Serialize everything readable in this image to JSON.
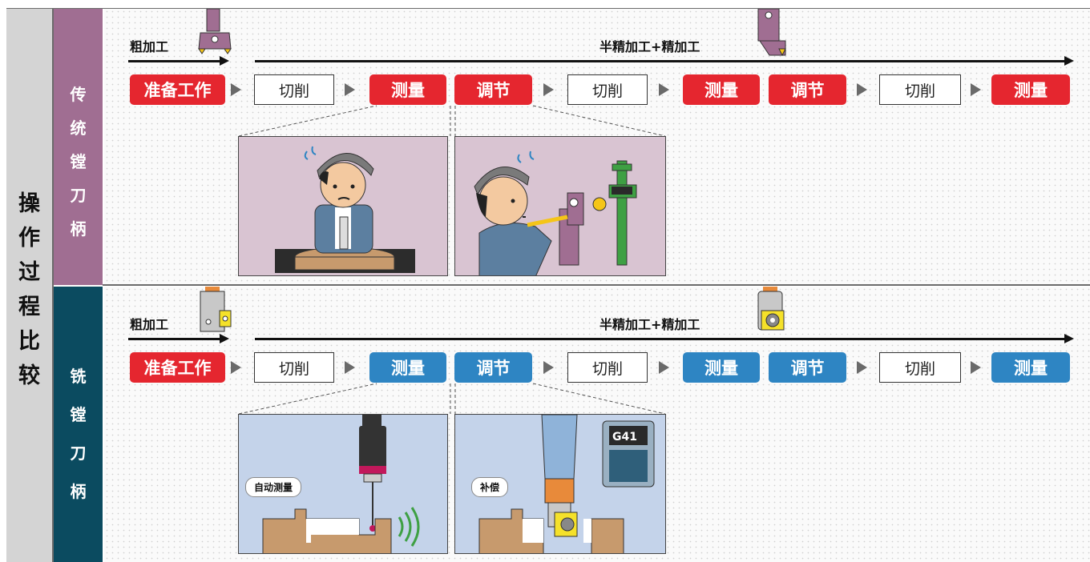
{
  "sidebar": {
    "main_label": [
      "操",
      "作",
      "过",
      "程",
      "比",
      "较"
    ],
    "traditional_label": [
      "传",
      "统",
      "镗",
      "刀",
      "柄"
    ],
    "milling_label": [
      "铣",
      "镗",
      "刀",
      "柄"
    ]
  },
  "rows": [
    {
      "stage_rough": "粗加工",
      "stage_finish": "半精加工+精加工",
      "steps": [
        "准备工作",
        "切削",
        "测量",
        "调节",
        "切削",
        "测量",
        "调节",
        "切削",
        "测量"
      ],
      "accent": "#e5262f"
    },
    {
      "stage_rough": "粗加工",
      "stage_finish": "半精加工+精加工",
      "steps": [
        "准备工作",
        "切削",
        "测量",
        "调节",
        "切削",
        "测量",
        "调节",
        "切削",
        "测量"
      ],
      "accent": "#2e85c3",
      "tags": [
        "自动测量",
        "补偿"
      ],
      "screen_text": "G41"
    }
  ],
  "colors": {
    "traditional": "#a06e92",
    "milling": "#0b4b60",
    "red_box": "#e5262f",
    "blue_box": "#2e85c3"
  }
}
